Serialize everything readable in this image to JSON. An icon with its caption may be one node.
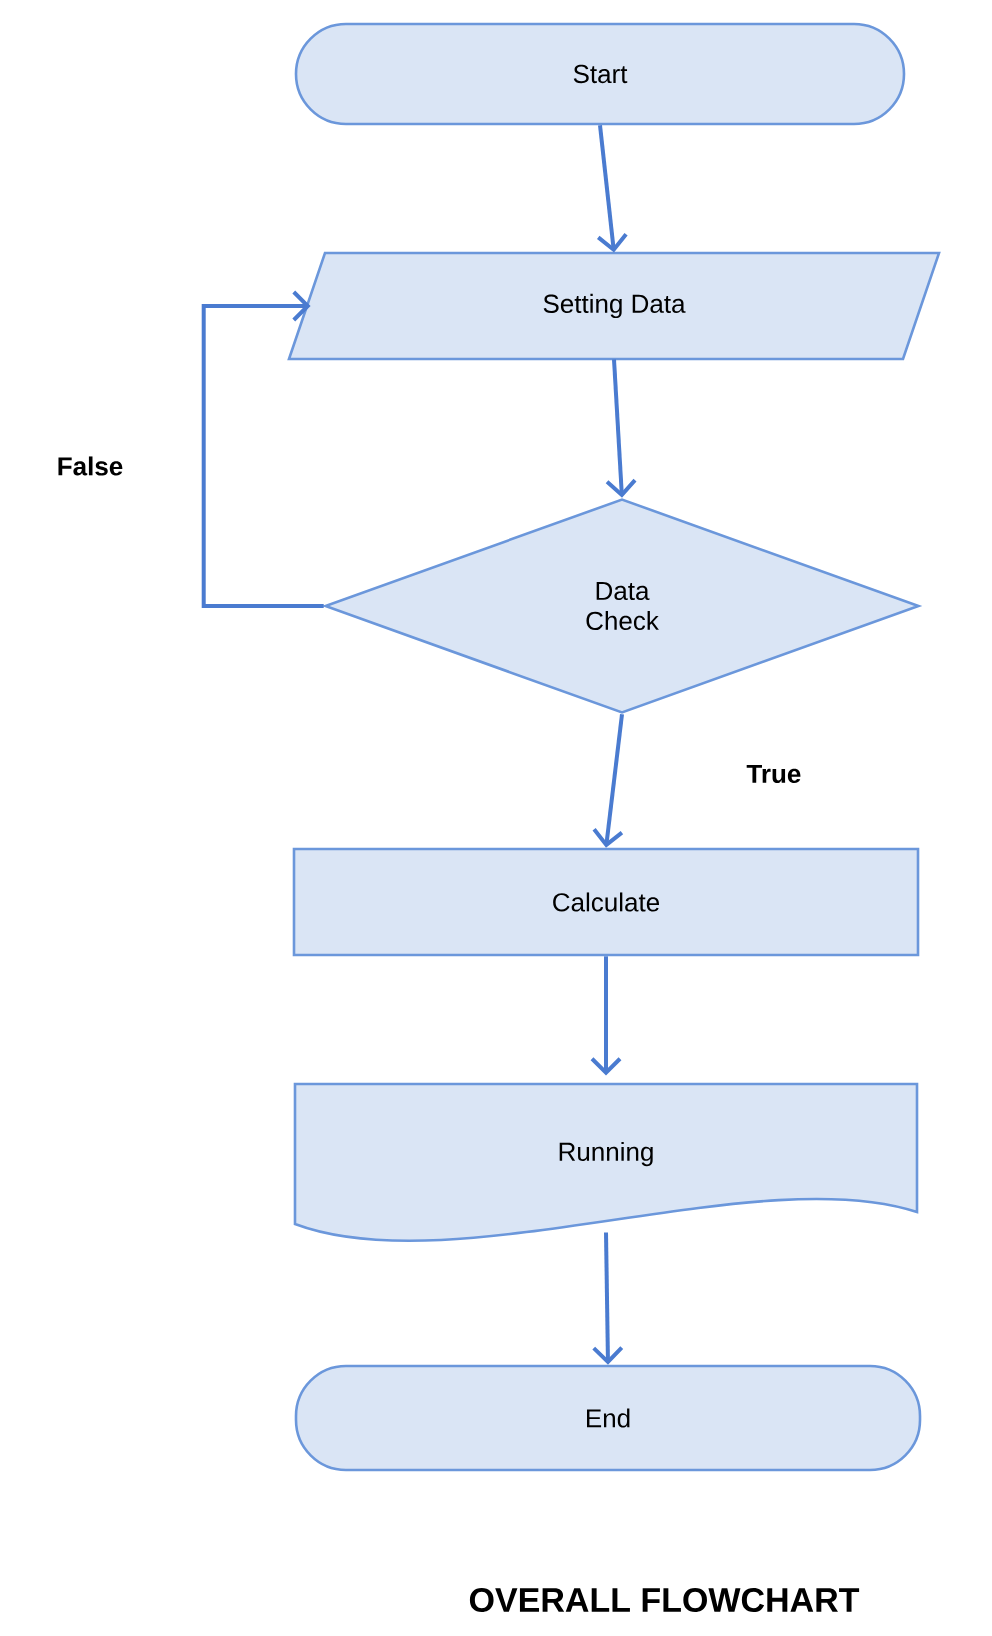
{
  "diagram": {
    "title": "OVERALL FLOWCHART",
    "nodes": [
      {
        "text": [
          "Start"
        ]
      },
      {
        "text": [
          "Setting Data"
        ]
      },
      {
        "text": [
          "Data Check"
        ]
      },
      {
        "text": [
          "Calculate"
        ]
      },
      {
        "text": [
          "Running"
        ]
      },
      {
        "text": [
          "End"
        ]
      }
    ],
    "edges": [
      {
        "from": 0,
        "to": 1,
        "arrow": "to"
      },
      {
        "from": 1,
        "to": 2,
        "arrow": "to"
      },
      {
        "from": 2,
        "to": 3,
        "arrow": "to",
        "label": "True"
      },
      {
        "from": 2,
        "to": 1,
        "arrow": "to",
        "label": "False"
      },
      {
        "from": 3,
        "to": 4,
        "arrow": "to"
      },
      {
        "from": 4,
        "to": 5,
        "arrow": "to"
      }
    ]
  }
}
